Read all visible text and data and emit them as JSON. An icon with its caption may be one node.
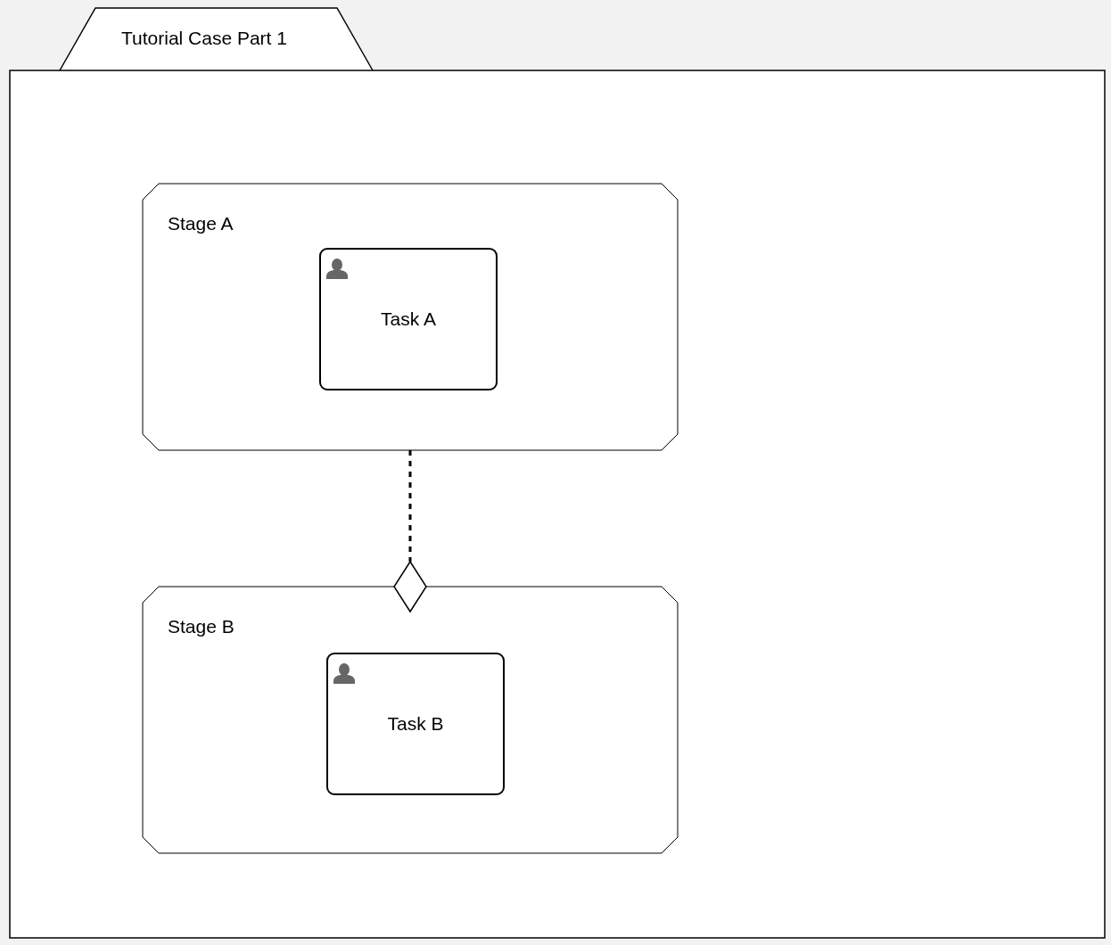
{
  "diagram": {
    "nodes": [
      {
        "text": [
          "Tutorial Case Part 1"
        ]
      },
      {
        "text": [
          "Stage A"
        ],
        "in": 0
      },
      {
        "text": [
          "Task A"
        ],
        "in": 1
      },
      {
        "text": [
          "Stage B"
        ],
        "in": 0
      },
      {
        "text": [
          "Task B"
        ],
        "in": 3
      },
      {
        "text": [],
        "shape": "diamond",
        "in": 0
      }
    ],
    "edges": [
      {
        "from": 1,
        "to": 5,
        "arrow": "none",
        "style": "dashed"
      }
    ]
  }
}
